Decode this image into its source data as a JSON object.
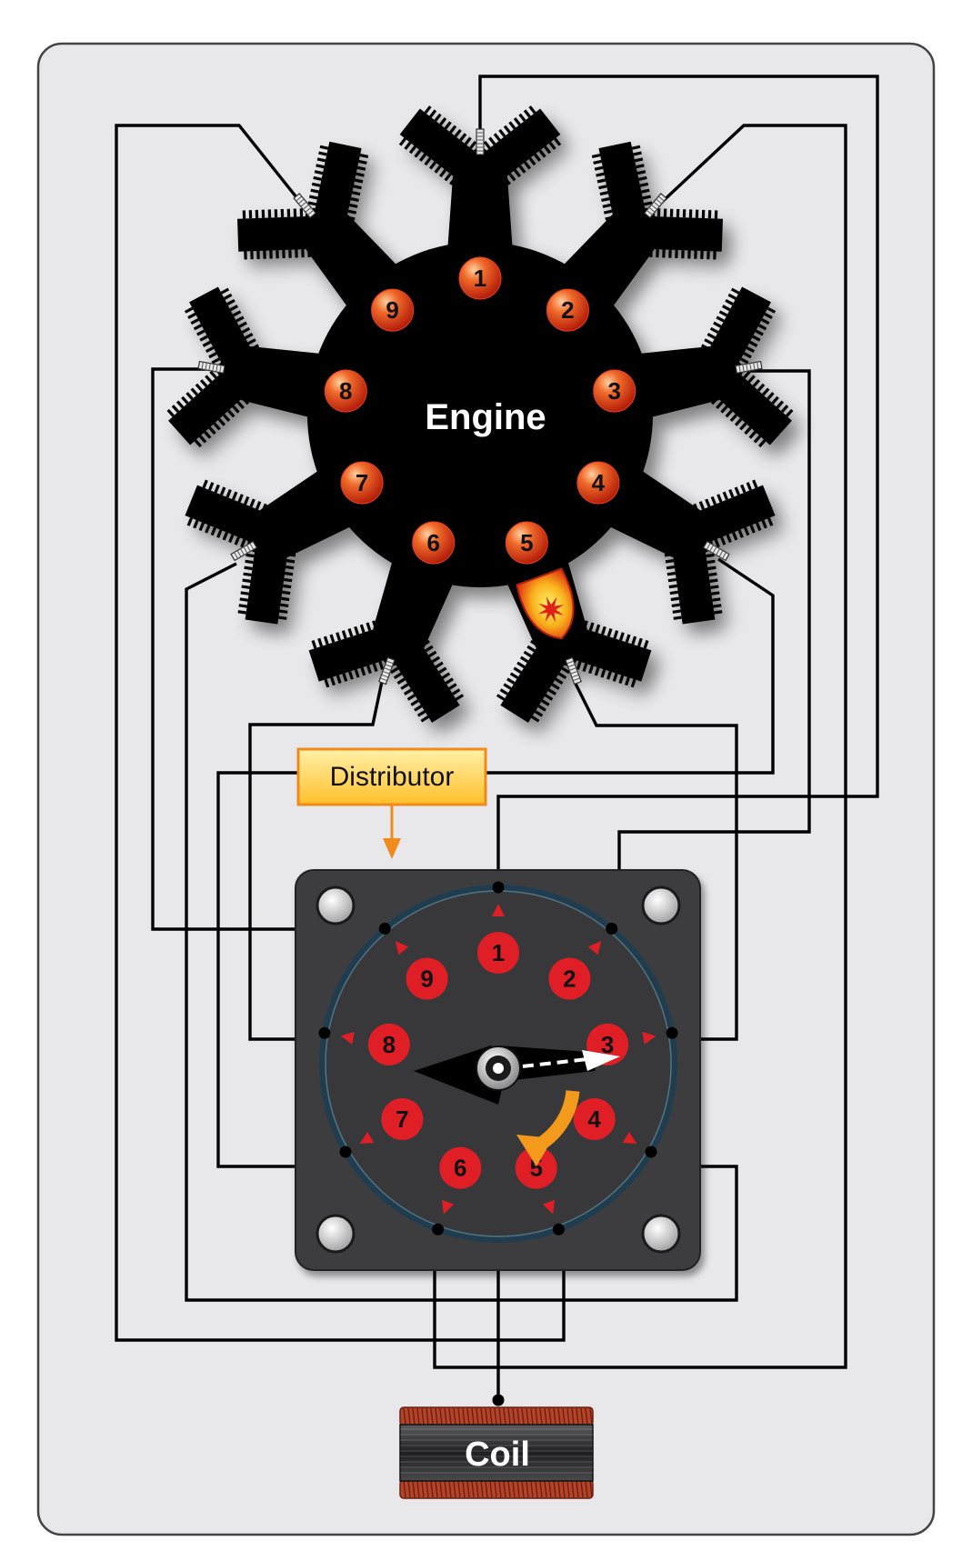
{
  "engine": {
    "label": "Engine",
    "cylinder_numbers": [
      "1",
      "2",
      "3",
      "4",
      "5",
      "6",
      "7",
      "8",
      "9"
    ],
    "firing_cylinder": "5"
  },
  "distributor": {
    "label": "Distributor",
    "contact_numbers": [
      "1",
      "2",
      "3",
      "4",
      "5",
      "6",
      "7",
      "8",
      "9"
    ],
    "rotor_pointing_to": "3"
  },
  "coil": {
    "label": "Coil"
  },
  "colors": {
    "background": "#e8e8ea",
    "engine_body": "#000000",
    "cylinder_marker": "#e8401c",
    "distributor_plate": "#3d3d3f",
    "distributor_contact": "#e01e26",
    "label_box": "#ffc83a",
    "coil_winding": "#b5432a",
    "rotation_arrow": "#f39a1c"
  }
}
